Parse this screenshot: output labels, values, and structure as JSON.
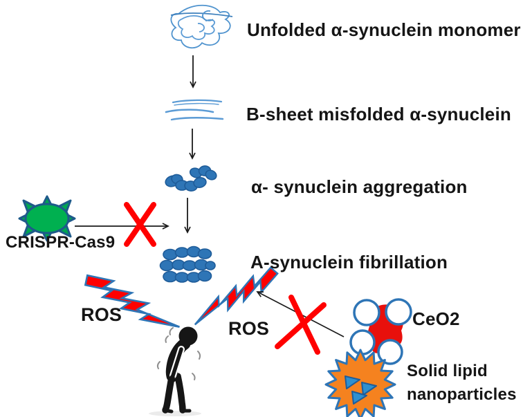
{
  "palette": {
    "protein_blue": "#2e75b6",
    "outline_blue": "#1f4e79",
    "coil_blue": "#4f93ce",
    "arrow_black": "#1a1a1a",
    "ros_bolt_red": "#ff0000",
    "cross_red": "#ff0000",
    "crispr_green": "#00b050",
    "crispr_spike_green": "#00a651",
    "ceo2_red": "#e8100c",
    "sln_orange": "#f5821f",
    "sln_triangle_blue": "#2e90d0",
    "person_black": "#161616",
    "text_black": "#151515"
  },
  "pathway": {
    "steps": [
      {
        "name": "monomer",
        "icon": "tangled-coil-icon",
        "label": "Unfolded α-synuclein monomer"
      },
      {
        "name": "bsheet",
        "icon": "beta-sheet-icon",
        "label": "B-sheet misfolded α-synuclein"
      },
      {
        "name": "aggregation",
        "icon": "oligomer-cluster-icon",
        "label": "α- synuclein aggregation"
      },
      {
        "name": "fibrillation",
        "icon": "fibril-cluster-icon",
        "label": "A-synuclein fibrillation"
      }
    ]
  },
  "interventions": {
    "crispr": {
      "icon": "crispr-cas9-star-icon",
      "label": "CRISPR-Cas9",
      "blocked": true
    },
    "ceo2": {
      "icon": "ceo2-nanoparticle-icon",
      "label": "CeO2",
      "blocked": true
    },
    "solid_lipid": {
      "icon": "solid-lipid-nanoparticle-icon",
      "label_line1": "Solid lipid",
      "label_line2": "nanoparticles"
    }
  },
  "ros": {
    "left": "ROS",
    "right": "ROS"
  },
  "patient": {
    "icon": "stooped-person-icon"
  }
}
